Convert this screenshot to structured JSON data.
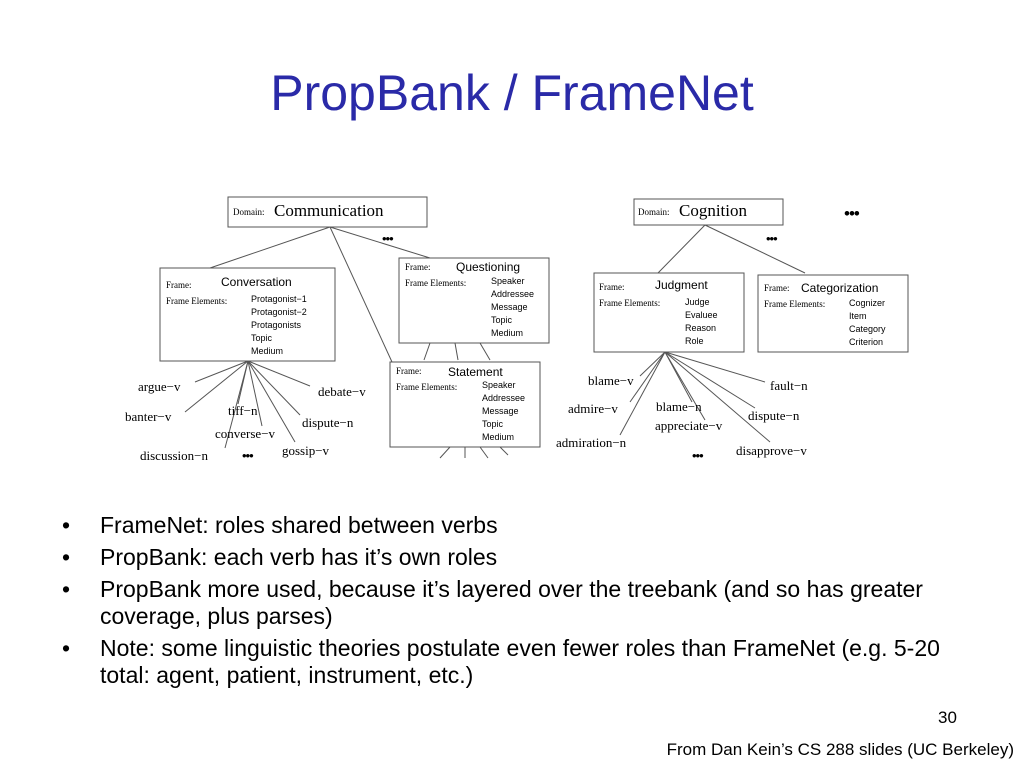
{
  "slide": {
    "title": "PropBank / FrameNet",
    "page_number": "30",
    "credit": "From Dan Kein’s CS 288 slides (UC Berkeley)",
    "bullets": [
      "FrameNet: roles shared between verbs",
      "PropBank: each verb has it’s own roles",
      "PropBank more used, because it’s layered over the treebank (and so has greater coverage, plus parses)",
      "Note: some linguistic theories postulate even fewer roles than FrameNet (e.g. 5-20 total: agent, patient, instrument, etc.)"
    ]
  },
  "diagram": {
    "ellipsis": "•••",
    "domain_label": "Domain:",
    "frame_label": "Frame:",
    "frame_elements_label": "Frame Elements:",
    "domains": [
      {
        "name": "Communication"
      },
      {
        "name": "Cognition"
      }
    ],
    "frames": [
      {
        "name": "Conversation",
        "elements": [
          "Protagonist−1",
          "Protagonist−2",
          "Protagonists",
          "Topic",
          "Medium"
        ]
      },
      {
        "name": "Questioning",
        "elements": [
          "Speaker",
          "Addressee",
          "Message",
          "Topic",
          "Medium"
        ]
      },
      {
        "name": "Statement",
        "elements": [
          "Speaker",
          "Addressee",
          "Message",
          "Topic",
          "Medium"
        ]
      },
      {
        "name": "Judgment",
        "elements": [
          "Judge",
          "Evaluee",
          "Reason",
          "Role"
        ]
      },
      {
        "name": "Categorization",
        "elements": [
          "Cognizer",
          "Item",
          "Category",
          "Criterion"
        ]
      }
    ],
    "lexical_units": {
      "conversation": [
        "argue−v",
        "banter−v",
        "debate−v",
        "tiff−n",
        "dispute−n",
        "converse−v",
        "discussion−n",
        "gossip−v"
      ],
      "judgment": [
        "blame−v",
        "admire−v",
        "blame−n",
        "fault−n",
        "dispute−n",
        "appreciate−v",
        "admiration−n",
        "disapprove−v"
      ]
    }
  }
}
